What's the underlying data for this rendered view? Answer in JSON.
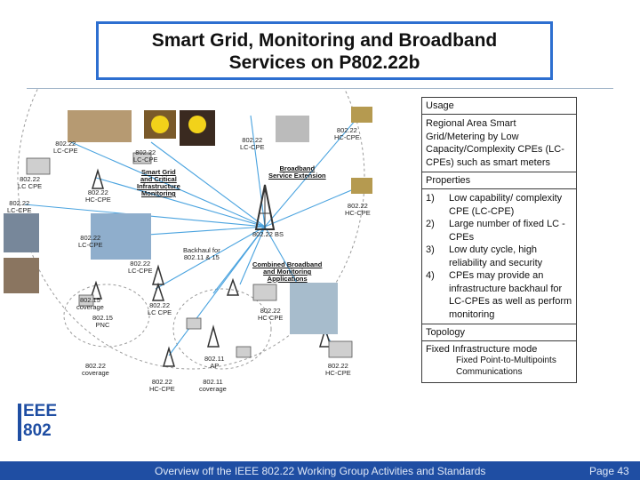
{
  "title": {
    "line1": "Smart Grid, Monitoring and Broadband",
    "line2": "Services on P802.22b"
  },
  "diagram": {
    "labels": {
      "lc_cpe_top": "802.22\nLC-CPE",
      "lc_cpe_mid": "802.22\nLC-CPE",
      "lc_cpe_left": "802.22\nLC CPE",
      "lc_cpe_left2": "802.22\nLC-CPE",
      "hc_cpe_left": "802.22\nHC-CPE",
      "hc_cpe_tr": "802.22\nHC-CPE",
      "hc_cpe_right": "802.22\nHC-CPE",
      "lc_cpe_topmid": "802.22\nLC-CPE",
      "lc_cpe_left3": "802.22\nLC-CPE",
      "bs": "802.22 BS",
      "backhaul": "Backhaul for\n802.11 & 15",
      "lc_cpe_center": "802.22\nLC-CPE",
      "lc_cpe_center2": "802.22\nLC CPE",
      "hc_cpe_center": "802.22\nHC CPE",
      "coverage15": "802.15\ncoverage",
      "pnc": "802.15\nPNC",
      "ap": "802.11\nAP",
      "cov22": "802.22\ncoverage",
      "hc_cpe_bottom": "802.22\nHC-CPE",
      "cov11": "802.11\ncoverage",
      "hc_cpe_br": "802.22\nHC-CPE",
      "smart_grid": "Smart Grid\nand Critical\nInfrastructure\nMonitoring",
      "broadband": "Broadband\nService Extension",
      "combined": "Combined Broadband\nand Monitoring\nApplications"
    },
    "colors": {
      "link_line": "#4aa3df",
      "dashed": "#9a9a9a"
    }
  },
  "panel": {
    "usage_header": "Usage",
    "usage_text": "Regional Area Smart Grid/Metering by Low Capacity/Complexity CPEs (LC-CPEs) such as smart meters",
    "properties_header": "Properties",
    "properties": [
      {
        "num": "1)",
        "text": "Low capability/ complexity CPE (LC-CPE)"
      },
      {
        "num": "2)",
        "text": "Large number of fixed LC -CPEs"
      },
      {
        "num": "3)",
        "text": "Low duty cycle, high reliability and security"
      },
      {
        "num": "4)",
        "text": "CPEs may provide an infrastructure backhaul for LC-CPEs as well as perform monitoring"
      }
    ],
    "topology_header": "Topology",
    "topology_mode": "Fixed Infrastructure mode",
    "topology_sub": "Fixed Point-to-Multipoints Communications"
  },
  "logo": {
    "line1": "EEE",
    "line2": "802"
  },
  "footer": {
    "text": "Overview off the IEEE 802.22 Working Group Activities and Standards",
    "page": "Page 43"
  }
}
